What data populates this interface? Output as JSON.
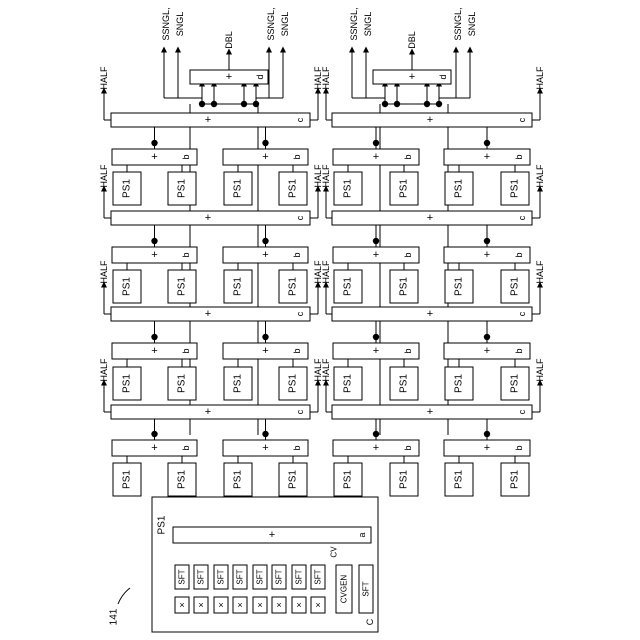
{
  "figure_ref": "141",
  "labels": {
    "ps1": "PS1",
    "plus": "+",
    "half": "HALF",
    "dbl": "DBL",
    "ssngl": "SSNGL,",
    "sngl": "SNGL",
    "adder_a": "a",
    "adder_b": "b",
    "adder_c": "c",
    "adder_d": "d",
    "detail_title": "PS1",
    "sft": "SFT",
    "mul": "×",
    "cvgen": "CVGEN",
    "cv": "CV",
    "c": "C"
  },
  "colors": {
    "line": "#000000",
    "background": "#ffffff"
  }
}
